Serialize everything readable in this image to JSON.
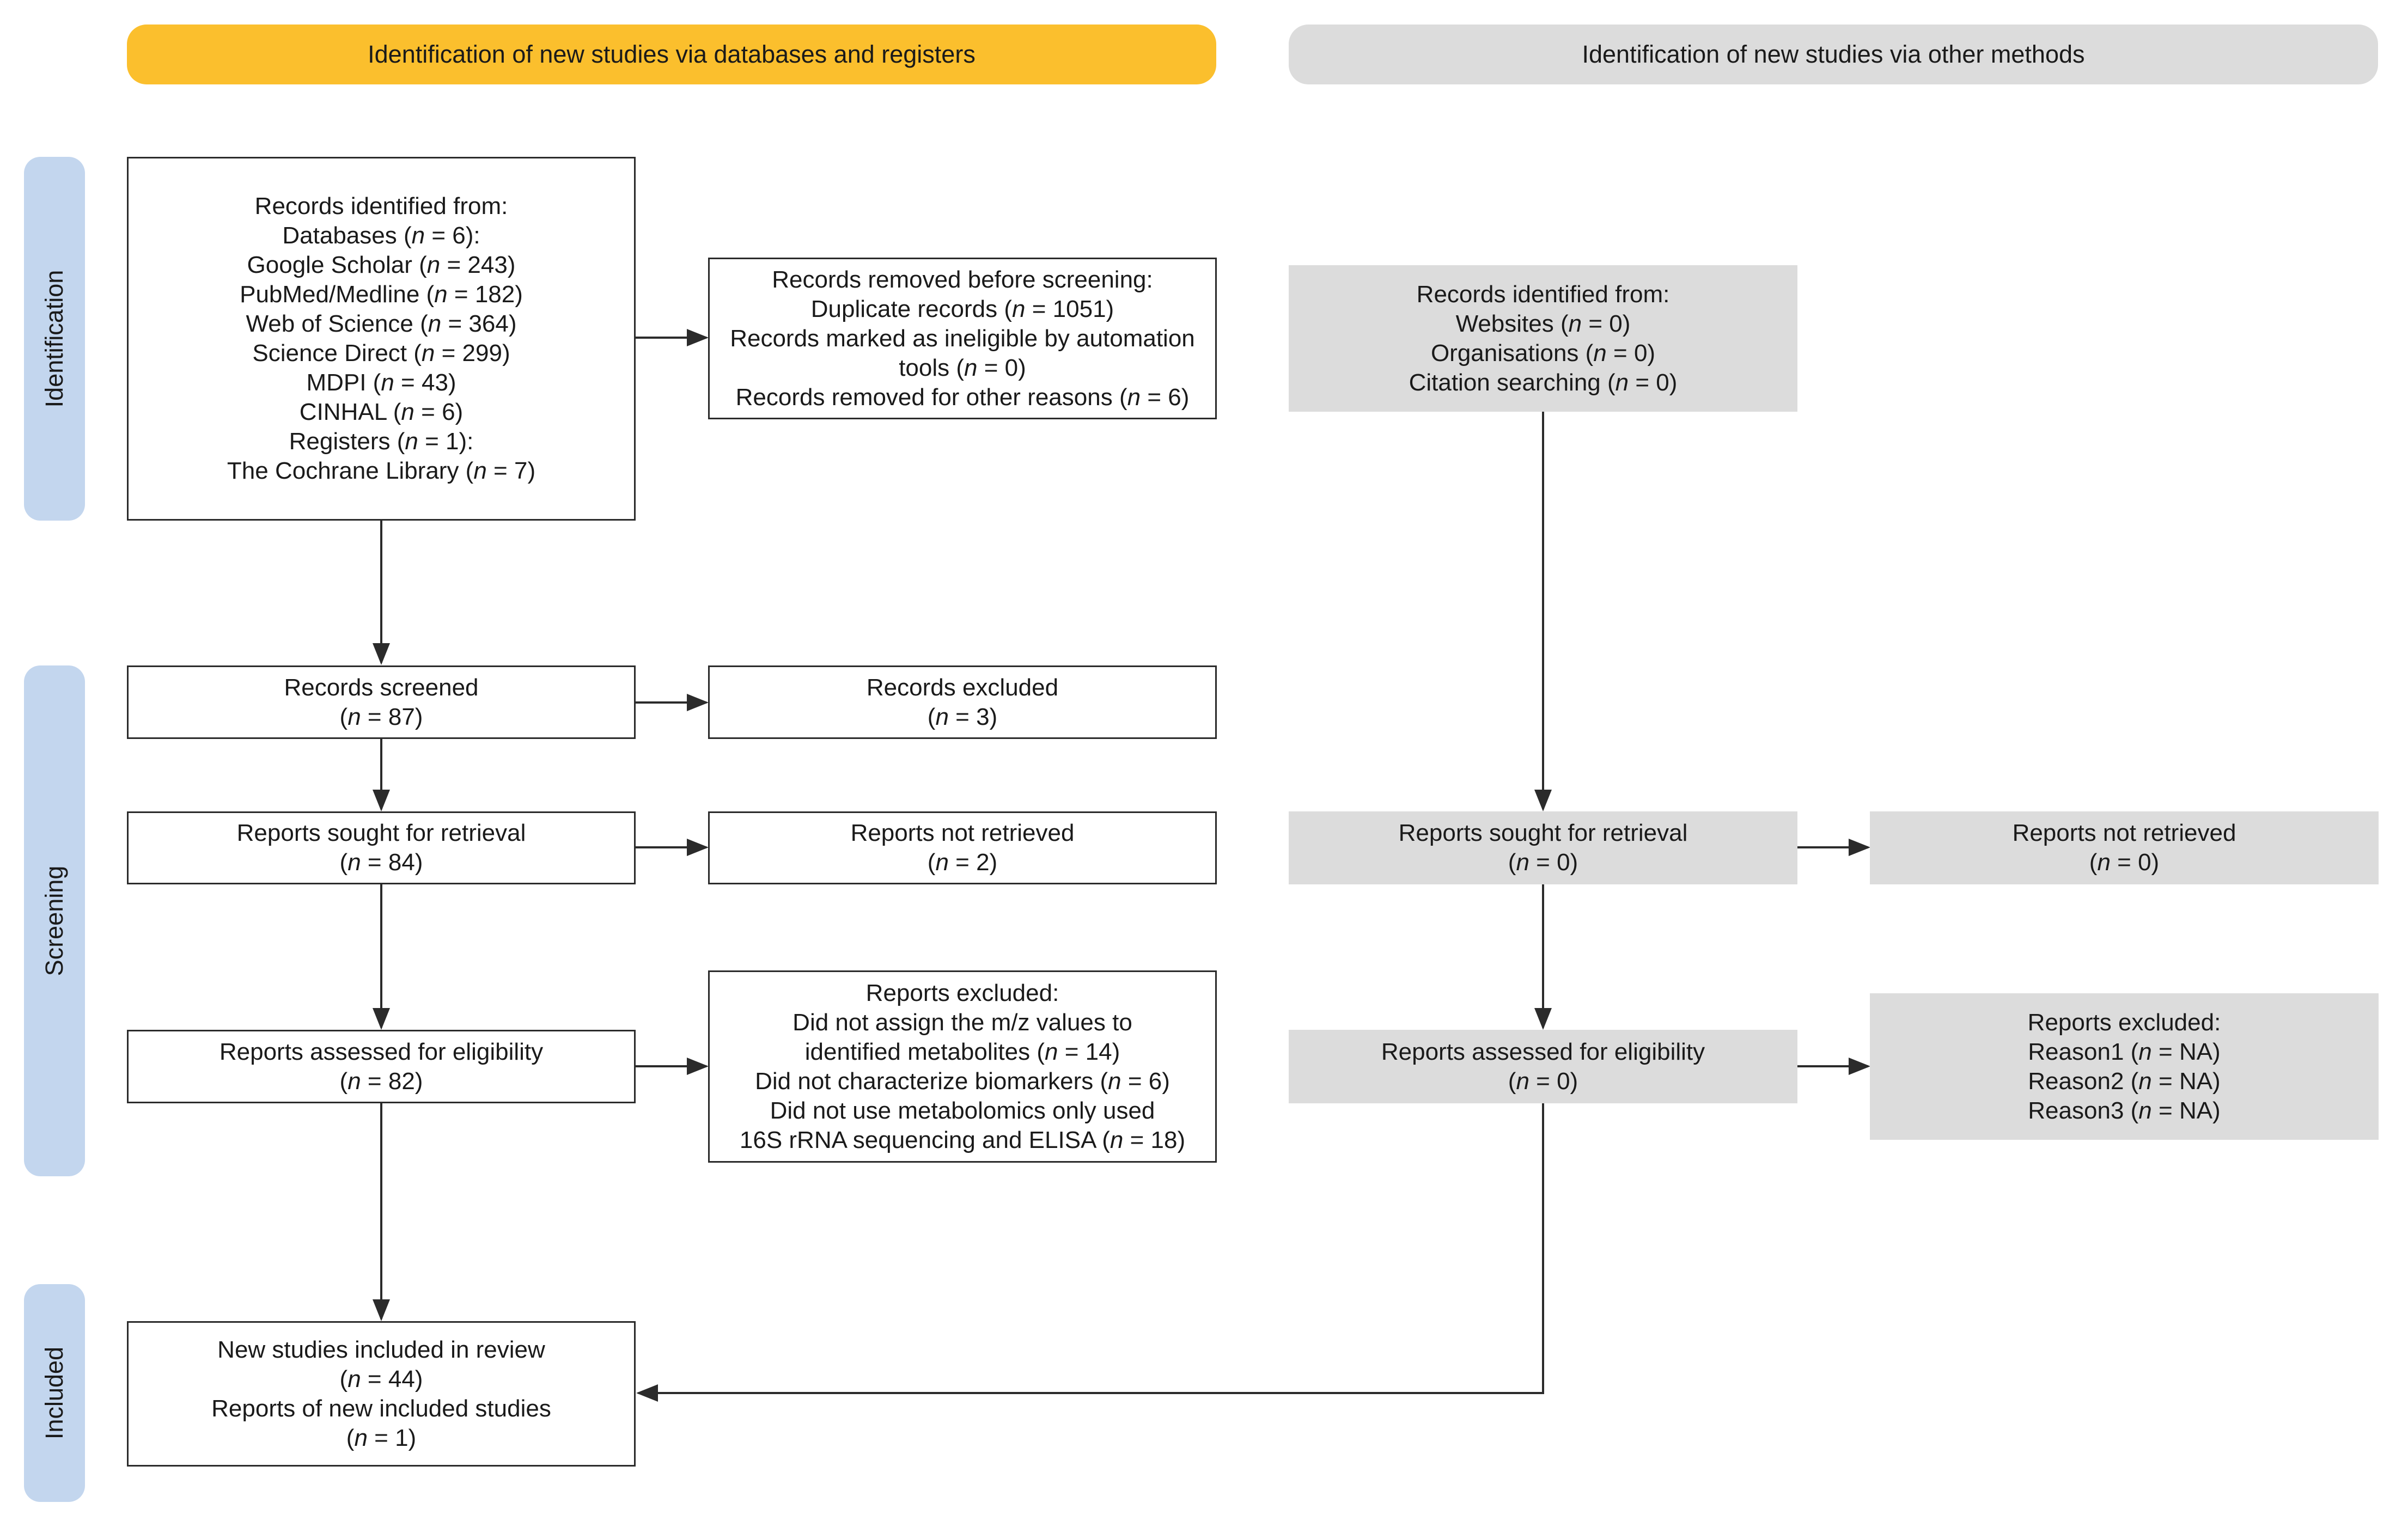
{
  "headers": {
    "left": "Identification of new studies via databases and registers",
    "right": "Identification of new studies via other methods"
  },
  "stages": {
    "identification": "Identification",
    "screening": "Screening",
    "included": "Included"
  },
  "colors": {
    "left_header": "#fbbf2d",
    "right_header": "#dcdcdc",
    "stage_tab": "#c3d6ee",
    "other_box": "#dcdcdc"
  },
  "boxes": {
    "records_identified": {
      "l1": "Records identified from:",
      "l2": "Databases (n = 6):",
      "l3": "Google Scholar (n = 243)",
      "l4": "PubMed/Medline (n = 182)",
      "l5": "Web of Science (n = 364)",
      "l6": "Science Direct (n = 299)",
      "l7": "MDPI (n = 43)",
      "l8": "CINHAL (n = 6)",
      "l9": "Registers (n = 1):",
      "l10": "The Cochrane Library (n = 7)"
    },
    "records_removed": {
      "l1": "Records removed before screening:",
      "l2": "Duplicate records (n = 1051)",
      "l3": "Records marked as ineligible by automation",
      "l4": "tools (n = 0)",
      "l5": "Records removed for other reasons (n = 6)"
    },
    "records_screened": {
      "l1": "Records screened",
      "l2": "(n = 87)"
    },
    "records_excluded": {
      "l1": "Records excluded",
      "l2": "(n = 3)"
    },
    "reports_sought": {
      "l1": "Reports sought for retrieval",
      "l2": "(n = 84)"
    },
    "reports_not_retrieved": {
      "l1": "Reports not retrieved",
      "l2": "(n = 2)"
    },
    "reports_assessed": {
      "l1": "Reports assessed for eligibility",
      "l2": "(n = 82)"
    },
    "reports_excluded": {
      "l1": "Reports excluded:",
      "l2": "Did not assign the m/z values to",
      "l3": "identified metabolites (n = 14)",
      "l4": "Did not characterize biomarkers (n = 6)",
      "l5": "Did not use metabolomics only used",
      "l6": "16S rRNA sequencing and ELISA (n = 18)"
    },
    "included": {
      "l1": "New studies included in review",
      "l2": "(n = 44)",
      "l3": "Reports of new included studies",
      "l4": "(n = 1)"
    },
    "other_identified": {
      "l1": "Records identified from:",
      "l2": "Websites (n = 0)",
      "l3": "Organisations (n = 0)",
      "l4": "Citation searching (n = 0)"
    },
    "other_sought": {
      "l1": "Reports sought for retrieval",
      "l2": "(n = 0)"
    },
    "other_not_retrieved": {
      "l1": "Reports not retrieved",
      "l2": "(n = 0)"
    },
    "other_assessed": {
      "l1": "Reports assessed for eligibility",
      "l2": "(n = 0)"
    },
    "other_excluded": {
      "l1": "Reports excluded:",
      "l2": "Reason1 (n = NA)",
      "l3": "Reason2 (n = NA)",
      "l4": "Reason3 (n = NA)"
    }
  }
}
